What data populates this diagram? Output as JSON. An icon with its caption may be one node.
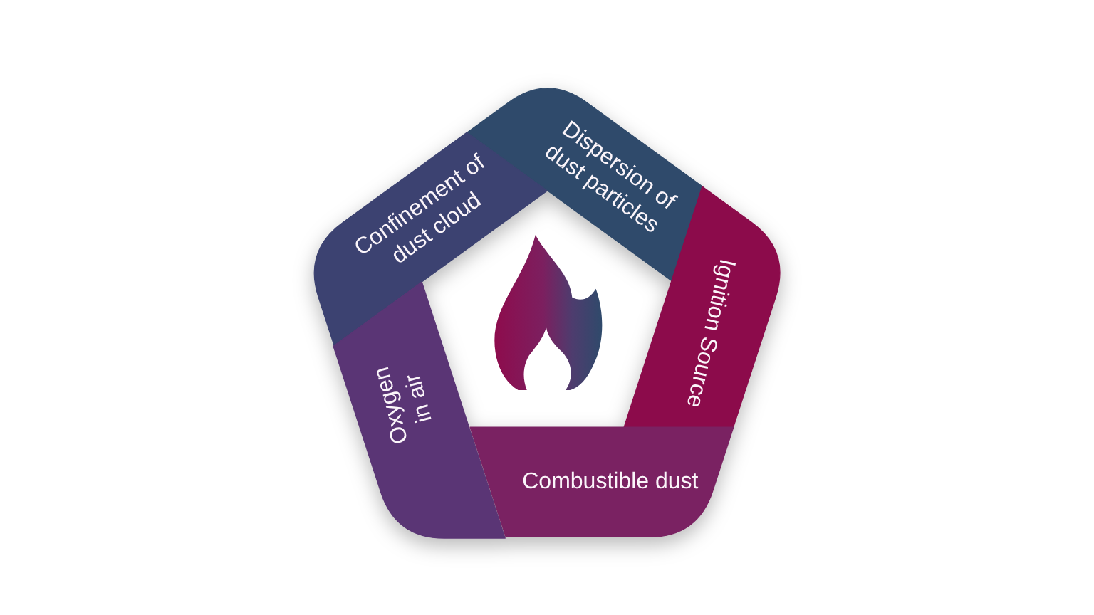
{
  "diagram": {
    "nodes": [
      {
        "text": [
          "Dispersion of dust particles"
        ]
      },
      {
        "text": [
          "Confinement of dust cloud"
        ]
      },
      {
        "text": [
          "Ignition Source"
        ]
      },
      {
        "text": [
          "Oxygen in air"
        ]
      },
      {
        "text": [
          "Combustible dust"
        ]
      }
    ]
  }
}
